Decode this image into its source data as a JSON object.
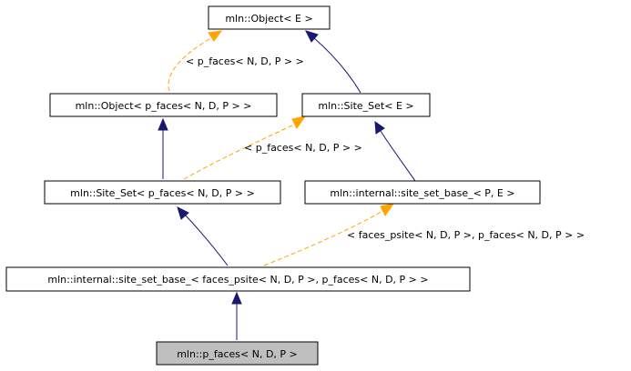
{
  "nodes": {
    "object_e": "mln::Object< E >",
    "object_pfaces": "mln::Object< p_faces< N, D, P > >",
    "site_set_e": "mln::Site_Set< E >",
    "site_set_pfaces": "mln::Site_Set< p_faces< N, D, P > >",
    "site_set_base_pe": "mln::internal::site_set_base_< P, E >",
    "site_set_base_faces": "mln::internal::site_set_base_< faces_psite< N, D, P >, p_faces< N, D, P > >",
    "p_faces": "mln::p_faces< N, D, P >"
  },
  "edge_labels": {
    "object_template": "< p_faces< N, D, P > >",
    "site_set_template": "< p_faces< N, D, P > >",
    "site_set_base_template": "< faces_psite< N, D, P >, p_faces< N, D, P > >"
  },
  "colors": {
    "inheritance": "#191970",
    "template_instantiation": "#ffa500",
    "current_node_fill": "#bfbfbf"
  }
}
